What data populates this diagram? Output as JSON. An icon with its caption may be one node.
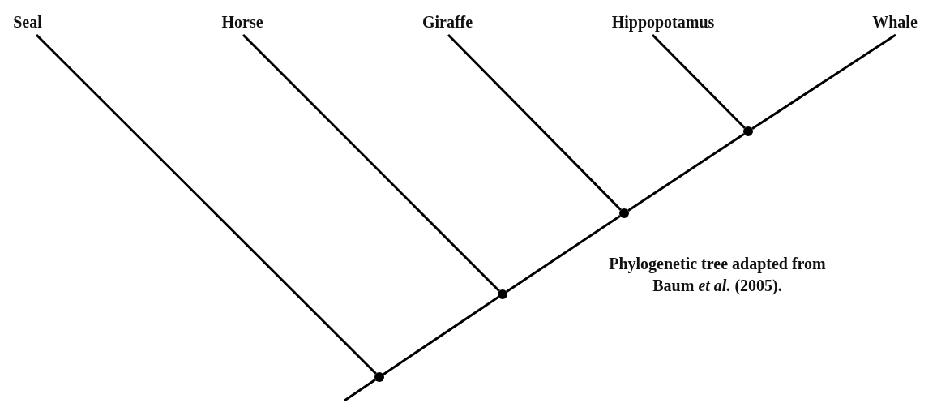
{
  "diagram": {
    "caption": "Phylogenetic tree adapted from Baum *et al.* (2005).",
    "nodes": [
      {
        "text": [
          "Seal"
        ]
      },
      {
        "text": [
          "Horse"
        ]
      },
      {
        "text": [
          "Giraffe"
        ]
      },
      {
        "text": [
          "Hippopotamus"
        ]
      },
      {
        "text": [
          "Whale"
        ]
      },
      {
        "text": [],
        "shape": "circle"
      },
      {
        "text": [],
        "shape": "circle"
      },
      {
        "text": [],
        "shape": "circle"
      },
      {
        "text": [],
        "shape": "circle"
      }
    ],
    "edges": [
      {
        "from": null,
        "to": 5,
        "arrow": "none"
      },
      {
        "from": 5,
        "to": 0,
        "arrow": "none"
      },
      {
        "from": 5,
        "to": 6,
        "arrow": "none"
      },
      {
        "from": 6,
        "to": 1,
        "arrow": "none"
      },
      {
        "from": 6,
        "to": 7,
        "arrow": "none"
      },
      {
        "from": 7,
        "to": 2,
        "arrow": "none"
      },
      {
        "from": 7,
        "to": 8,
        "arrow": "none"
      },
      {
        "from": 8,
        "to": 3,
        "arrow": "none"
      },
      {
        "from": 8,
        "to": 4,
        "arrow": "none"
      }
    ]
  }
}
